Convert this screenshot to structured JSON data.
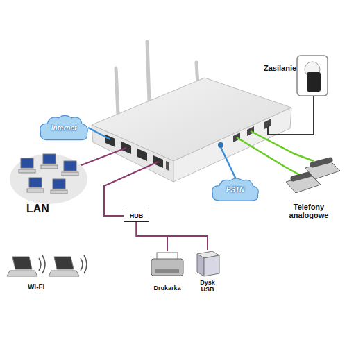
{
  "diagram": {
    "nodes": [
      {
        "text": [
          "Internet"
        ]
      },
      {
        "text": [
          "HUB"
        ]
      },
      {
        "text": [
          "Drukarka"
        ]
      },
      {
        "text": [
          "Dysk USB"
        ]
      },
      {
        "text": [
          "PSTN"
        ]
      }
    ],
    "edges": [
      {
        "from": 1,
        "to": 2,
        "arrow": "none"
      },
      {
        "from": 1,
        "to": 3,
        "arrow": "none"
      }
    ],
    "labels": [
      "Zasilanie",
      "LAN",
      "Wi-Fi",
      "Telefony analogowe"
    ]
  }
}
